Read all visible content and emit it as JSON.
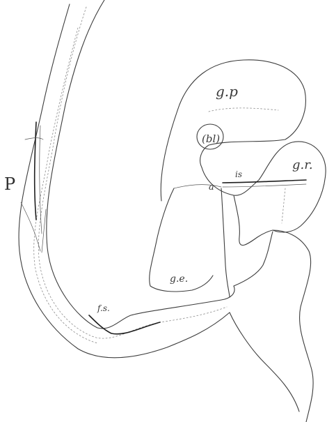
{
  "labels": {
    "p": "P",
    "gp": "g.p",
    "bl": "(bl)",
    "gr": "g.r.",
    "a": "a",
    "is": "is",
    "ge": "g.e.",
    "fs": "f.s."
  }
}
